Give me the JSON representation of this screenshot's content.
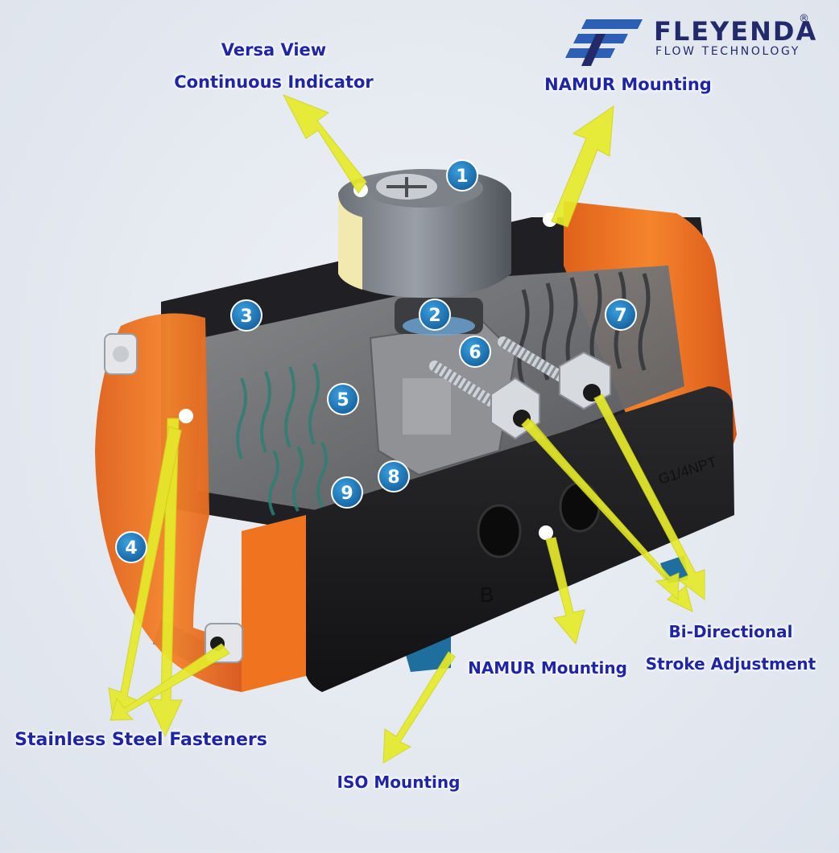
{
  "brand": {
    "name": "FLEYENDA",
    "registered": "®",
    "tagline": "FLOW TECHNOLOGY"
  },
  "callouts": {
    "versa_view_line1": "Versa View",
    "versa_view_line2": "Continuous Indicator",
    "namur_top": "NAMUR Mounting",
    "namur_bottom": "NAMUR Mounting",
    "bi_directional_line1": "Bi-Directional",
    "bi_directional_line2": "Stroke Adjustment",
    "stainless": "Stainless Steel Fasteners",
    "iso": "ISO Mounting"
  },
  "part_numbers": [
    "1",
    "2",
    "3",
    "4",
    "5",
    "6",
    "7",
    "8",
    "9"
  ],
  "body_markings": {
    "port_letter": "B",
    "thread": "G1/4NPT"
  },
  "colors": {
    "label_text": "#1f25a8",
    "arrow_fill": "#e6ea2a",
    "badge_fill": "#1c7bbd",
    "housing_orange": "#f27a24",
    "body_black": "#1c1c1e",
    "brand_navy": "#232a6c",
    "brand_blue": "#2d5fb4"
  }
}
